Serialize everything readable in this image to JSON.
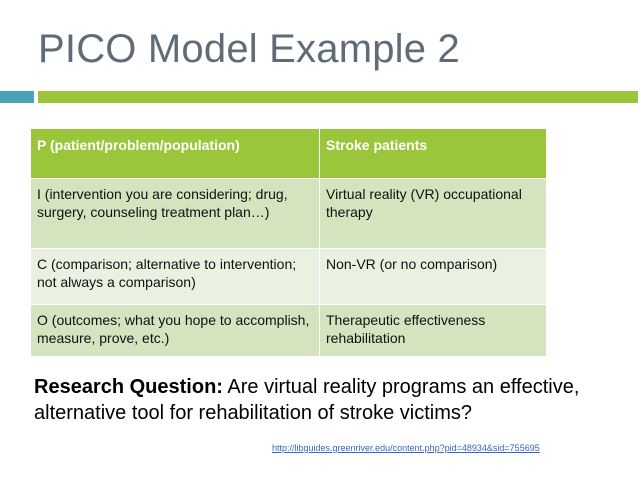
{
  "slide": {
    "title": "PICO Model Example 2",
    "accent_colors": {
      "teal": "#4aa3b8",
      "green": "#9bc63b",
      "row_dark": "#d3e4bf",
      "row_light": "#eaf1e1"
    }
  },
  "table": {
    "header": {
      "label": "P (patient/problem/population)",
      "value": "Stroke patients"
    },
    "rows": [
      {
        "label": "I (intervention you are considering; drug, surgery, counseling treatment plan…)",
        "value": "Virtual reality (VR) occupational therapy"
      },
      {
        "label": "C (comparison; alternative to intervention; not always a comparison)",
        "value": "Non-VR (or no comparison)"
      },
      {
        "label": "O (outcomes; what you hope to accomplish, measure, prove, etc.)",
        "value": "Therapeutic effectiveness rehabilitation"
      }
    ]
  },
  "question": {
    "lead": "Research Question:",
    "text": " Are virtual reality programs an effective, alternative tool for rehabilitation of stroke victims?"
  },
  "source_link": "http://libguides.greenriver.edu/content.php?pid=48934&sid=755695"
}
